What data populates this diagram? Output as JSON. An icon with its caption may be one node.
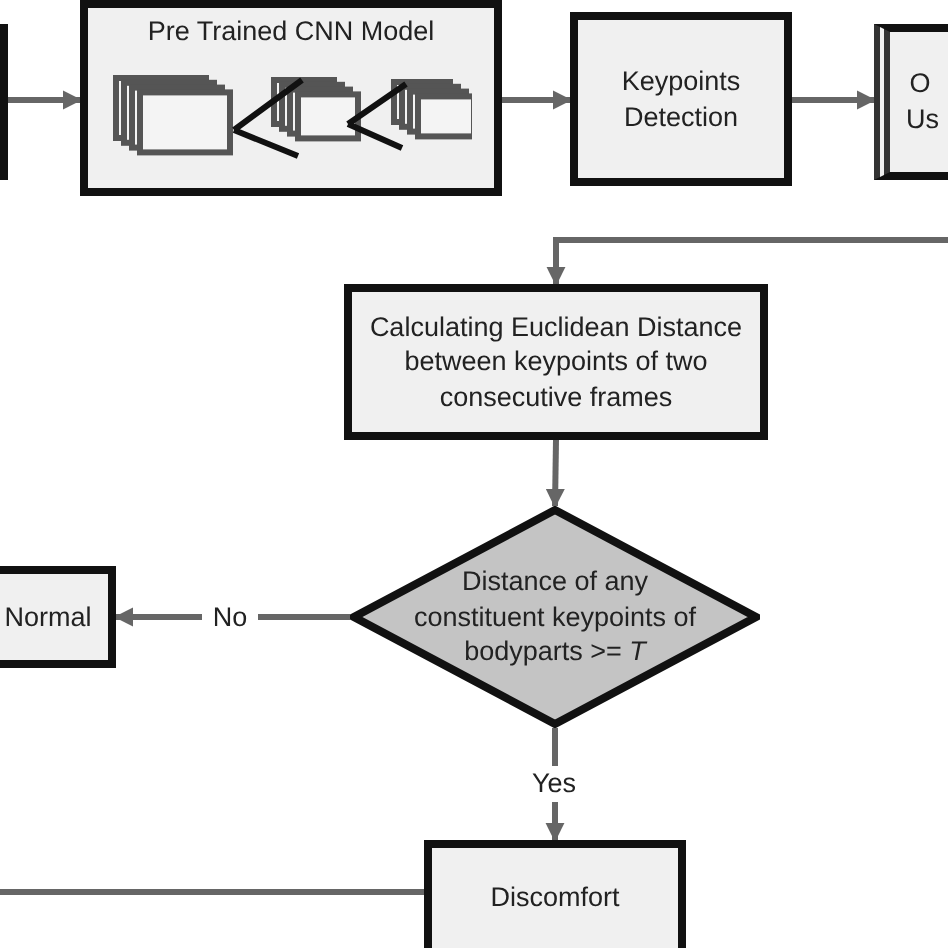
{
  "diagram": {
    "nodes": [
      {
        "text": [],
        "shape": "box"
      },
      {
        "text": [
          "Pre Trained CNN Model"
        ]
      },
      {
        "text": [
          "Keypoints Detection"
        ]
      },
      {
        "text": [
          "O Us"
        ]
      },
      {
        "text": [
          "Calculating Euclidean Distance between keypoints of two consecutive frames"
        ]
      },
      {
        "text": [
          "Distance of any constituent keypoints of bodyparts >= *T*"
        ]
      },
      {
        "text": [
          "Normal"
        ]
      },
      {
        "text": [
          "Discomfort"
        ]
      }
    ],
    "edges": [
      {
        "from": 0,
        "to": 1,
        "arrow": "to"
      },
      {
        "from": 1,
        "to": 2,
        "arrow": "to"
      },
      {
        "from": 2,
        "to": 3,
        "arrow": "to"
      },
      {
        "from": null,
        "to": 4,
        "arrow": "to"
      },
      {
        "from": 4,
        "to": 5,
        "arrow": "to"
      },
      {
        "from": 5,
        "to": 6,
        "arrow": "to",
        "label": "No"
      },
      {
        "from": 5,
        "to": 7,
        "arrow": "to",
        "label": "Yes"
      },
      {
        "from": 7,
        "to": null,
        "arrow": "none"
      }
    ]
  }
}
